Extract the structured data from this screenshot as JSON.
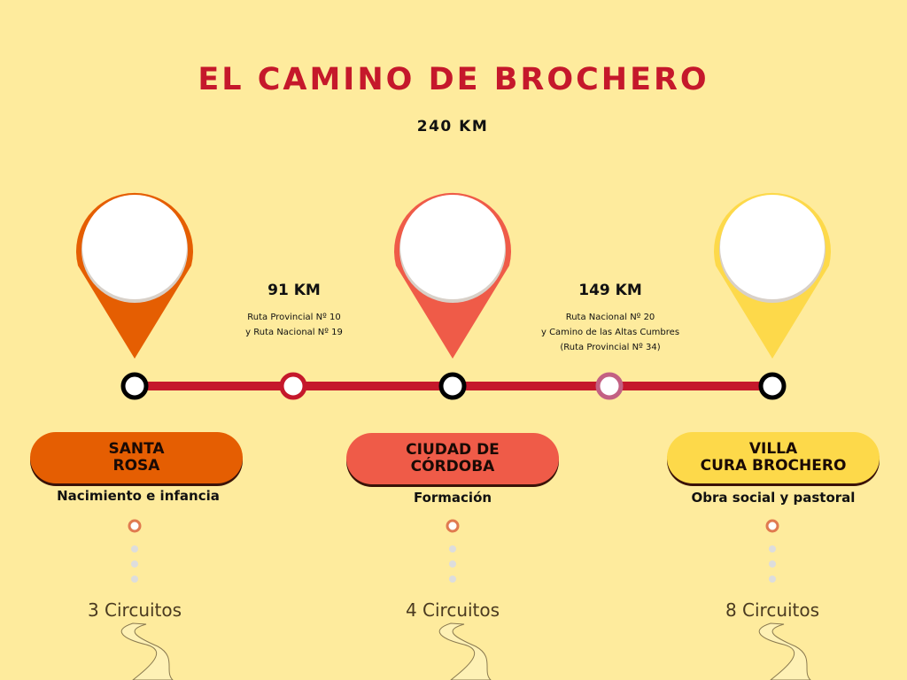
{
  "title": "EL CAMINO DE BROCHERO",
  "total_distance": "240 KM",
  "segments": [
    {
      "km": "91 KM",
      "line1": "Ruta Provincial Nº 10",
      "line2": "y Ruta Nacional Nº 19",
      "line3": ""
    },
    {
      "km": "149 KM",
      "line1": "Ruta Nacional Nº 20",
      "line2": "y Camino de las Altas Cumbres",
      "line3": "(Ruta Provincial Nº 34)"
    }
  ],
  "stops": [
    {
      "name_line1": "SANTA",
      "name_line2": "ROSA",
      "subtitle": "Nacimiento e infancia",
      "circuits": "3 Circuitos",
      "color": "#E55E02"
    },
    {
      "name_line1": "CIUDAD DE",
      "name_line2": "CÓRDOBA",
      "subtitle": "Formación",
      "circuits": "4 Circuitos",
      "color": "#EF5B48"
    },
    {
      "name_line1": "VILLA",
      "name_line2": "CURA BROCHERO",
      "subtitle": "Obra social y pastoral",
      "circuits": "8 Circuitos",
      "color": "#FDD94A"
    }
  ],
  "colors": {
    "route": "#C5182B",
    "background": "#FEEB9D",
    "mid_node_1": "#C5182B",
    "mid_node_2": "#C36083"
  }
}
